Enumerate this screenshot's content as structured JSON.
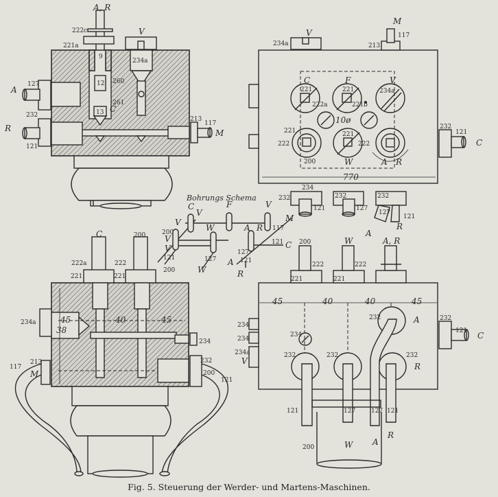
{
  "figure": {
    "caption": "Fig. 5. Steuerung der Werder- und Martens-Maschinen.",
    "ink_color": "#2b2b2b",
    "paper_color": "#e3e2db"
  },
  "top_section": {
    "labels": [
      "A, R",
      "222c",
      "221a",
      "V",
      "234a",
      "9",
      "12",
      "260",
      "261",
      "13",
      "C",
      "127",
      "A",
      "232",
      "R",
      "121",
      "213",
      "117",
      "M"
    ]
  },
  "top_plan": {
    "labels": [
      "V",
      "234a",
      "M",
      "117",
      "213",
      "C",
      "F",
      "V",
      "221",
      "222a",
      "221",
      "221b",
      "234a",
      "10ø",
      "221",
      "222",
      "200",
      "221",
      "222",
      "W",
      "A",
      "R",
      "232",
      "121",
      "C",
      "770",
      "234",
      "232",
      "232",
      "232",
      "121",
      "127",
      "127",
      "121",
      "A",
      "R"
    ]
  },
  "schema": {
    "title": "Bohrungs Schema",
    "labels": [
      "C",
      "V",
      "F",
      "V",
      "W",
      "200",
      "V",
      "V",
      "V",
      "121",
      "200",
      "127",
      "W",
      "A",
      "R",
      "M",
      "117",
      "121",
      "C",
      "127",
      "121",
      "A",
      "R"
    ]
  },
  "bottom_section": {
    "labels": [
      "C",
      "200",
      "222a",
      "222",
      "221",
      "221",
      "234a",
      "45",
      "38",
      "40",
      "45",
      "234",
      "213",
      "117",
      "M",
      "232",
      "200",
      "121"
    ]
  },
  "bottom_plan": {
    "labels": [
      "200",
      "222",
      "221",
      "W",
      "222",
      "221",
      "A, R",
      "45",
      "40",
      "40",
      "45",
      "234",
      "232",
      "232",
      "232",
      "232",
      "A",
      "R",
      "232",
      "121",
      "C",
      "121",
      "127",
      "127",
      "121",
      "200",
      "W",
      "A",
      "R",
      "234",
      "234",
      "234a",
      "V"
    ]
  }
}
